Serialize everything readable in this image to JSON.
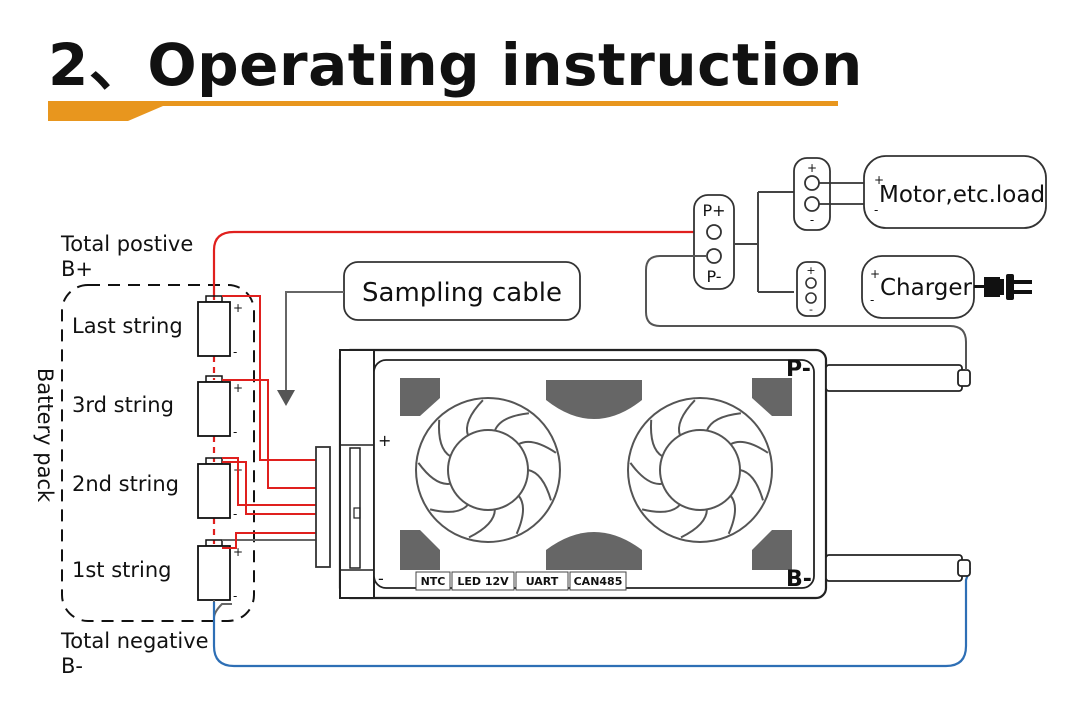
{
  "title": "2、Operating instruction",
  "colors": {
    "accent": "#E8961E",
    "positive_wire": "#E0201E",
    "negative_wire": "#2E6FB5",
    "sampling_wire": "#666666",
    "pad": "#666666",
    "outline": "#333333"
  },
  "labels": {
    "total_positive": "Total postive",
    "b_plus": "B+",
    "total_negative": "Total negative",
    "b_minus": "B-",
    "battery_pack": "Battery pack",
    "sampling_cable": "Sampling cable",
    "motor_load": "Motor,etc.load",
    "charger": "Charger",
    "p_plus": "P+",
    "p_minus": "P-",
    "plus": "+",
    "minus": "-"
  },
  "strings": [
    "Last string",
    "3rd string",
    "2nd string",
    "1st string"
  ],
  "bms": {
    "p_terminal": "P-",
    "b_terminal": "B-",
    "plus": "+",
    "minus": "-",
    "ports": [
      "NTC",
      "LED 12V",
      "UART",
      "CAN485"
    ]
  }
}
